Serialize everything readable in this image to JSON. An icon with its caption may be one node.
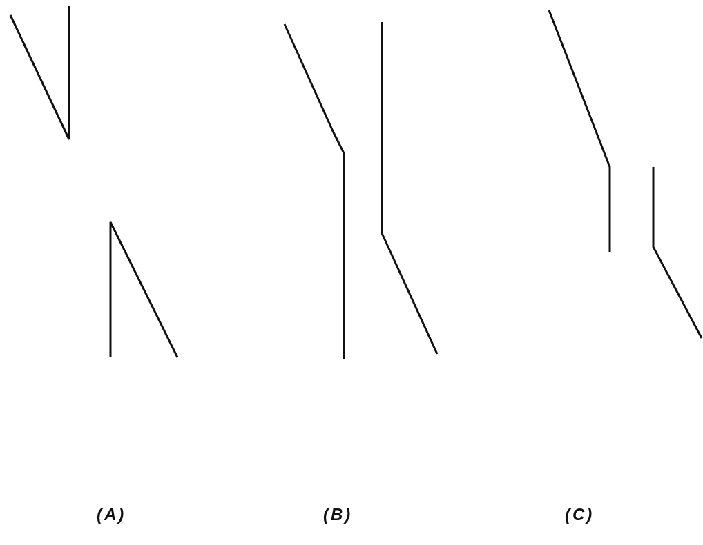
{
  "diagram": {
    "labels": [
      "(A)",
      "(B)",
      "(C)"
    ]
  }
}
